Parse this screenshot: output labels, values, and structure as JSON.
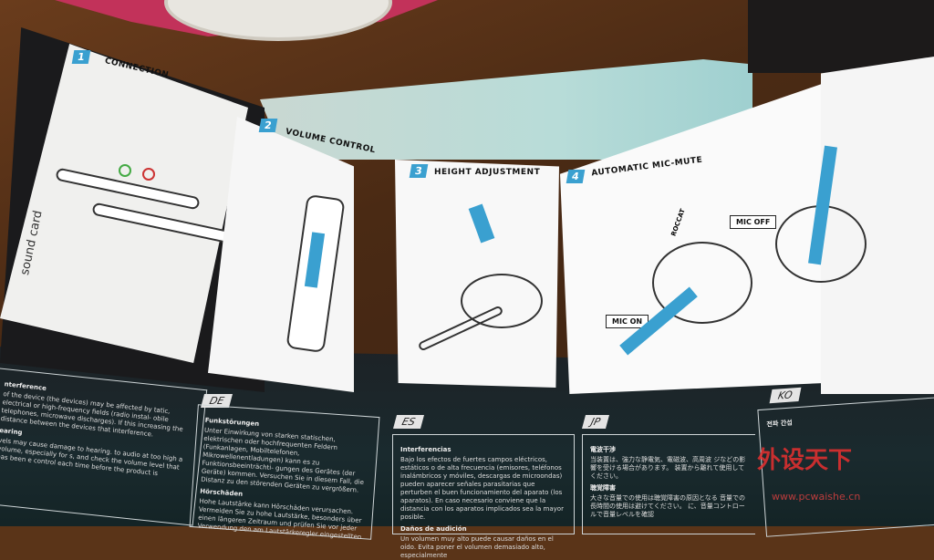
{
  "panels": [
    {
      "number": "1",
      "title": "CONNECTION",
      "label": "sound card"
    },
    {
      "number": "2",
      "title": "VOLUME CONTROL"
    },
    {
      "number": "3",
      "title": "HEIGHT ADJUSTMENT"
    },
    {
      "number": "4",
      "title": "AUTOMATIC MIC-MUTE",
      "mic_on": "MIC ON",
      "mic_off": "MIC OFF"
    }
  ],
  "brand": "ROCCAT",
  "sections": {
    "en": {
      "h1": "nterference",
      "p1": "of the device (the devices) may be affected by tatic, electrical or high-frequency fields (radio instal- obile telephones, microwave discharges). If this increasing the distance between the devices that interference.",
      "h2": "earing",
      "p2": "vels may cause damage to hearing. to audio at too high a volume, especially for s, and check the volume level that has been e control each time before the product is"
    },
    "de": {
      "tag": "DE",
      "h1": "Funkstörungen",
      "p1": "Unter Einwirkung von starken statischen, elektrischen oder hochfrequenten Feldern (Funkanlagen, Mobiltelefonen, Mikrowellenentladungen) kann es zu Funktionsbeeinträchti- gungen des Gerätes (der Geräte) kommen. Versuchen Sie in diesem Fall, die Distanz zu den störenden Geräten zu vergrößern.",
      "h2": "Hörschäden",
      "p2": "Hohe Lautstärke kann Hörschäden verursachen. Vermeiden Sie zu hohe Lautstärke, besonders über einen längeren Zeitraum und prüfen Sie vor jeder Verwendung den am Lautstärkeregler eingestellten"
    },
    "es": {
      "tag": "ES",
      "h1": "Interferencias",
      "p1": "Bajo los efectos de fuertes campos eléctricos, estáticos o de alta frecuencia (emisores, teléfonos inalámbricos y móviles, descargas de microondas) pueden aparecer señales parasitarias que perturben el buen funcionamiento del aparato (los aparatos). En caso necesario conviene que la distancia con los aparatos implicados sea la mayor posible.",
      "h2": "Daños de audición",
      "p2": "Un volumen muy alto puede causar daños en el oído. Evita poner el volumen demasiado alto, especialmente"
    },
    "jp": {
      "tag": "JP",
      "h1": "電波干渉",
      "p1": "当装置は、強力な静電気、電磁波、高周波 ジなどの影響を受ける場合があります。 装置から離れて使用してください。",
      "h2": "聴覚障害",
      "p2": "大きな音量での使用は聴覚障害の原因となる 音量での長時間の使用は避けてください。 に、音量コントロールで音量レベルを確認"
    },
    "ko": {
      "tag": "KO",
      "h1": "전파 간섭"
    }
  },
  "watermark": {
    "text": "外设天下",
    "url": "www.pcwaishe.cn"
  },
  "colors": {
    "accent": "#3aa0d0",
    "watermark": "#e83030"
  }
}
